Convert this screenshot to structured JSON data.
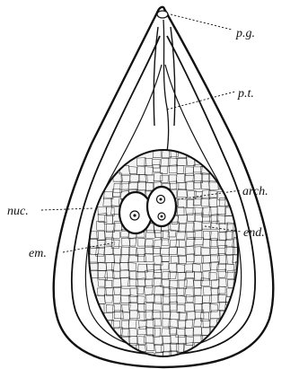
{
  "figure": {
    "labels": {
      "pg": "p.g.",
      "pt": "p.t.",
      "arch": "arch.",
      "nuc": "nuc.",
      "end": "end.",
      "em": "em."
    },
    "colors": {
      "ink": "#111111",
      "paper": "#ffffff"
    }
  }
}
